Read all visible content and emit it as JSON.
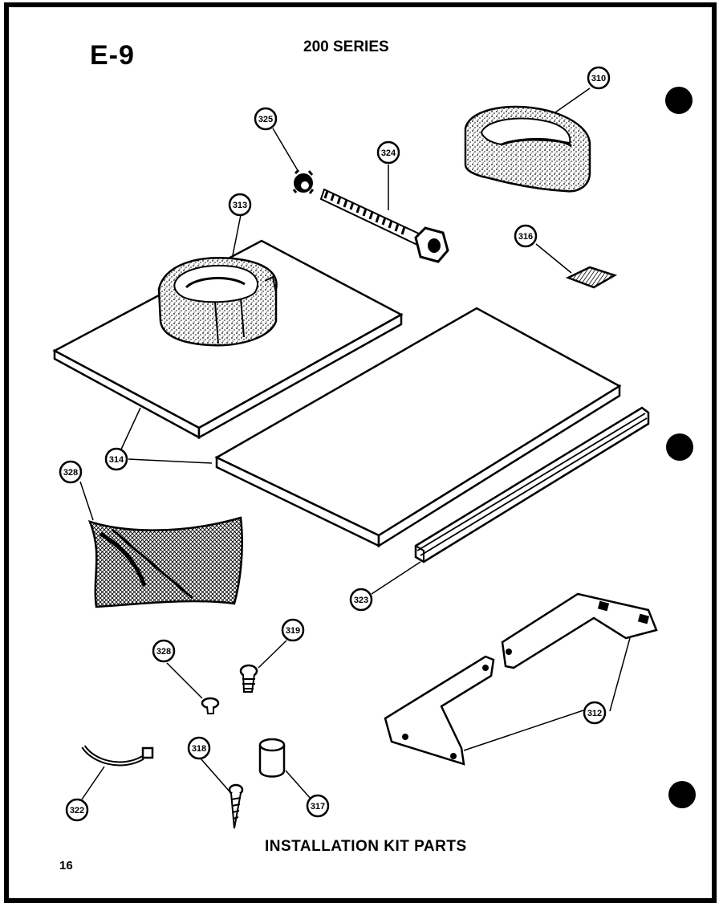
{
  "page_code": "E-9",
  "series": "200 SERIES",
  "title": "INSTALLATION KIT PARTS",
  "page_number": "16",
  "callouts": [
    {
      "id": "c310",
      "label": "310"
    },
    {
      "id": "c325",
      "label": "325"
    },
    {
      "id": "c324",
      "label": "324"
    },
    {
      "id": "c313",
      "label": "313"
    },
    {
      "id": "c316a",
      "label": "316"
    },
    {
      "id": "c314",
      "label": "314"
    },
    {
      "id": "c328a",
      "label": "328"
    },
    {
      "id": "c323",
      "label": "323"
    },
    {
      "id": "c319",
      "label": "319"
    },
    {
      "id": "c328b",
      "label": "328"
    },
    {
      "id": "c312",
      "label": "312"
    },
    {
      "id": "c318",
      "label": "318"
    },
    {
      "id": "c322",
      "label": "322"
    },
    {
      "id": "c317",
      "label": "317"
    }
  ]
}
